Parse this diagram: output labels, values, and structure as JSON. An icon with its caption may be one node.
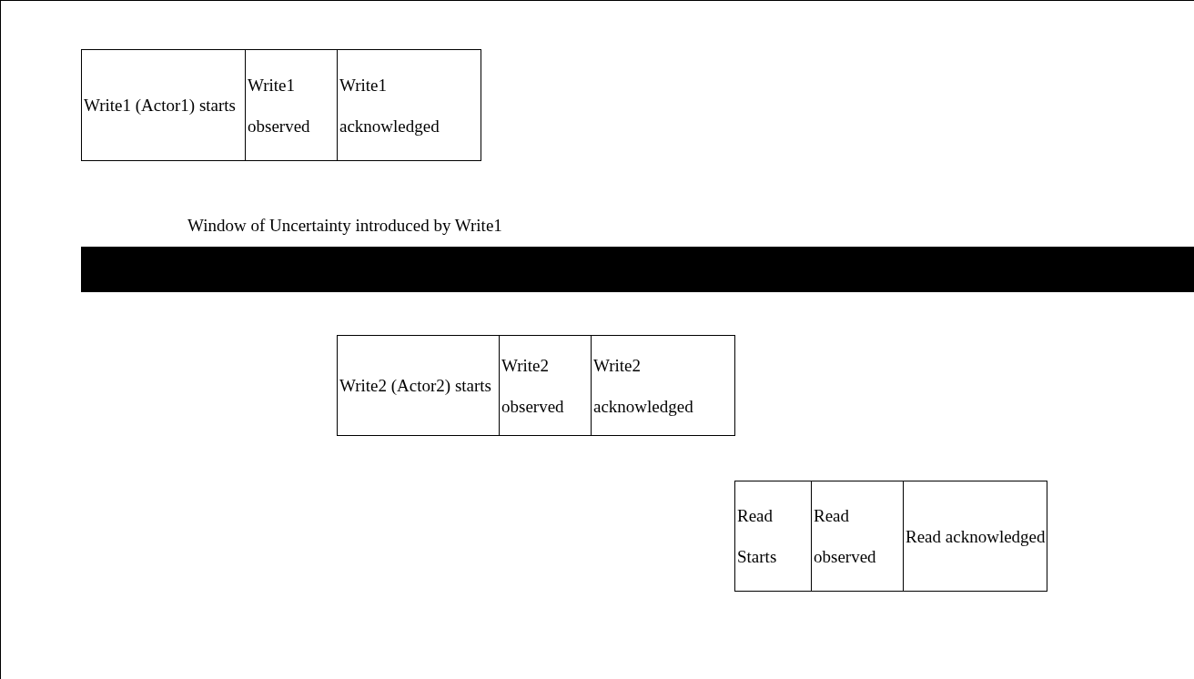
{
  "diagram": {
    "nodes": [
      {
        "text": [
          "Write1 (Actor1) starts"
        ]
      },
      {
        "text": [
          "Write1 observed"
        ]
      },
      {
        "text": [
          "Write1 acknowledged"
        ]
      },
      {
        "text": [
          "Window of Uncertainty introduced by Write1"
        ]
      },
      {
        "text": [
          "Write2 (Actor2) starts"
        ]
      },
      {
        "text": [
          "Write2 observed"
        ]
      },
      {
        "text": [
          "Write2 acknowledged"
        ]
      },
      {
        "text": [
          "Read Starts"
        ]
      },
      {
        "text": [
          "Read observed"
        ]
      },
      {
        "text": [
          "Read acknowledged"
        ]
      }
    ]
  }
}
